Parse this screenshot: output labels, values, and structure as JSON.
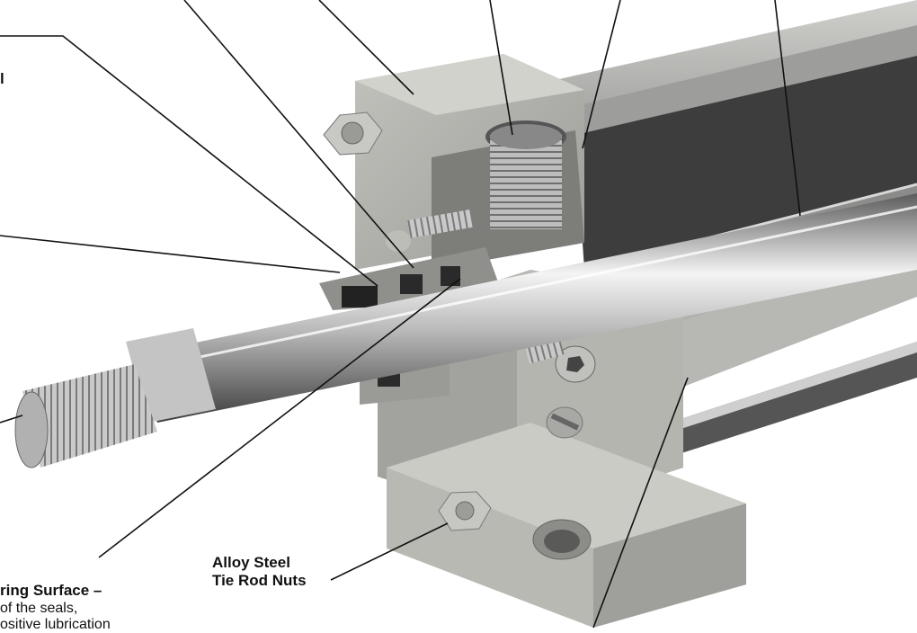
{
  "callouts": {
    "tie_rod_nuts": {
      "line1": "Alloy Steel",
      "line2": "Tie Rod Nuts"
    },
    "bearing_surface": {
      "title": "ring Surface –",
      "desc1": "of the seals,",
      "desc2": "ositive lubrication"
    },
    "top_left_fragment": "l"
  },
  "colors": {
    "background": "#ffffff",
    "leader_line": "#111111",
    "metal_body": "#a9a9a5"
  }
}
